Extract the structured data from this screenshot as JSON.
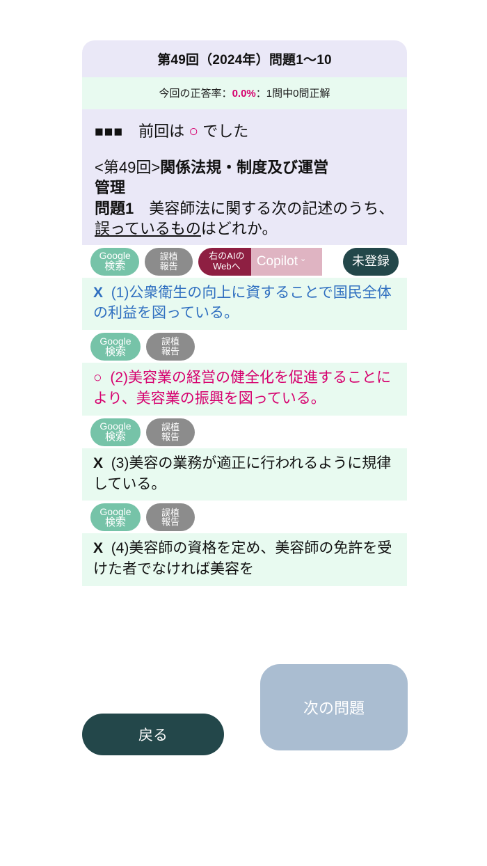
{
  "header": {
    "title": "第49回（2024年）問題1〜10",
    "accuracy_prefix": "今回の正答率：",
    "accuracy_value": "0.0%",
    "accuracy_suffix": "：1問中0問正解"
  },
  "previous": {
    "squares": "■■■",
    "spacer": "　",
    "prefix": "前回は ",
    "mark": "○",
    "suffix": " でした"
  },
  "question": {
    "exam_prefix": "<第49回>",
    "subject": "関係法規・制度及び運営",
    "subject_cont": "管理",
    "number": "問題1",
    "text_before": "　美容師法に関する次の記述のうち、",
    "text_underline": "誤っているもの",
    "text_after": "はどれか。"
  },
  "toolbar": {
    "google_line1": "Google",
    "google_line2": "検索",
    "typo_line1": "誤植",
    "typo_line2": "報告",
    "ai_line1": "右のAIの",
    "ai_line2": "Webへ",
    "ai_selected": "Copilot",
    "ai_caret": "⌄",
    "unregistered": "未登録"
  },
  "options": [
    {
      "mark": "X",
      "color": "blue",
      "text": "(1)公衆衛生の向上に資することで国民全体の利益を図っている。",
      "tools": {
        "google_line1": "Google",
        "google_line2": "検索",
        "typo_line1": "誤植",
        "typo_line2": "報告"
      }
    },
    {
      "mark": "○",
      "color": "pink",
      "text": "(2)美容業の経営の健全化を促進することにより、美容業の振興を図っている。",
      "tools": {
        "google_line1": "Google",
        "google_line2": "検索",
        "typo_line1": "誤植",
        "typo_line2": "報告"
      }
    },
    {
      "mark": "X",
      "color": "black",
      "text": "(3)美容の業務が適正に行われるように規律している。",
      "tools": {
        "google_line1": "Google",
        "google_line2": "検索",
        "typo_line1": "誤植",
        "typo_line2": "報告"
      }
    },
    {
      "mark": "X",
      "color": "black",
      "text": "(4)美容師の資格を定め、美容師の免許を受けた者でなければ美容を",
      "tools": null
    }
  ],
  "nav": {
    "back": "戻る",
    "next": "次の問題"
  },
  "colors": {
    "header_band": "#eae8f7",
    "mint_band": "#e8faf0",
    "accent_pink": "#d6006e",
    "accent_blue": "#2f6fc0",
    "google_green": "#76c3a8",
    "typo_gray": "#8c8c8c",
    "ai_maroon": "#8e1f42",
    "ai_rose": "#dfb4c2",
    "dark_teal": "#23474a",
    "next_blue_gray": "#aabdd1"
  }
}
